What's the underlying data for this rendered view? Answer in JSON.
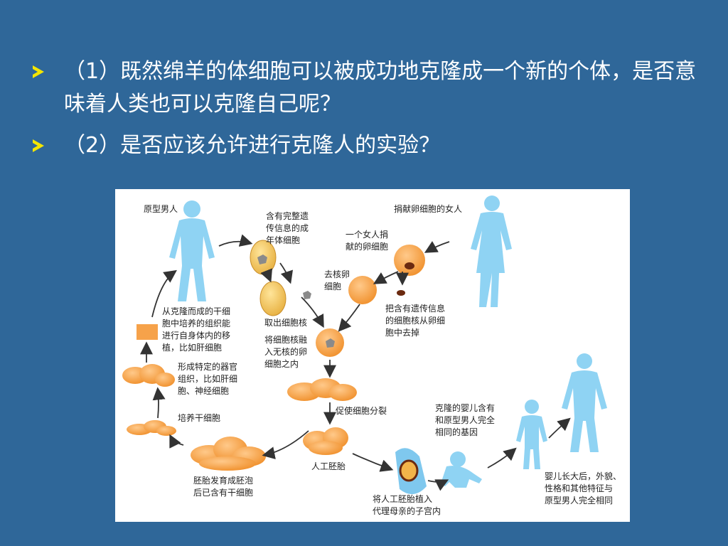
{
  "slide": {
    "bullets": [
      "（1）既然绵羊的体细胞可以被成功地克隆成一个新的个体，是否意味着人类也可以克隆自己呢？",
      "（2）是否应该允许进行克隆人的实验？"
    ]
  },
  "diagram": {
    "labels": {
      "original_man": "原型男人",
      "adult_cell": "含有完整遗\n传信息的成\n年体细胞",
      "donor_woman": "捐献卵细胞的女人",
      "donated_egg": "一个女人捐\n献的卵细胞",
      "enucleated_egg": "去核卵\n细胞",
      "remove_nucleus_note": "把含有遗传信息\n的细胞核从卵细\n胞中去掉",
      "extract_nucleus": "取出细胞核",
      "fuse_nucleus": "将细胞核融\n入无核的卵\n细胞之内",
      "stem_cell_tissue": "从克隆而成的干细\n胞中培养的组织能\n进行自身体内的移\n植，比如肝细胞",
      "form_organ": "形成特定的器官\n组织，比如肝细\n胞、神经细胞",
      "culture_stem": "培养干细胞",
      "promote_division": "促使细胞分裂",
      "artificial_embryo": "人工胚胎",
      "blastocyst": "胚胎发育成胚泡\n后已含有干细胞",
      "implant": "将人工胚胎植入\n代理母亲的子宫内",
      "cloned_baby": "克隆的婴儿含有\n和原型男人完全\n相同的基因",
      "grown_up": "婴儿长大后，外貌、\n性格和其他特征与\n原型男人完全相同"
    },
    "colors": {
      "human": "#8fd3f3",
      "cell": "#f6a24a",
      "cell_adult": "#f2c45a",
      "nucleus": "#6b2a10",
      "arrow": "#333333",
      "frame": "#ffffff"
    }
  }
}
